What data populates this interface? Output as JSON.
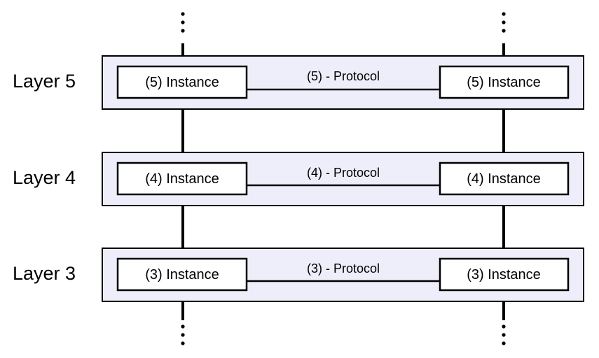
{
  "colors": {
    "layer_fill": "#eeeefa",
    "border": "#000000",
    "instance_fill": "#ffffff"
  },
  "layers": [
    {
      "label": "Layer 5",
      "left_instance": "(5) Instance",
      "right_instance": "(5) Instance",
      "protocol": "(5) - Protocol"
    },
    {
      "label": "Layer 4",
      "left_instance": "(4) Instance",
      "right_instance": "(4) Instance",
      "protocol": "(4) - Protocol"
    },
    {
      "label": "Layer 3",
      "left_instance": "(3) Instance",
      "right_instance": "(3) Instance",
      "protocol": "(3) - Protocol"
    }
  ]
}
